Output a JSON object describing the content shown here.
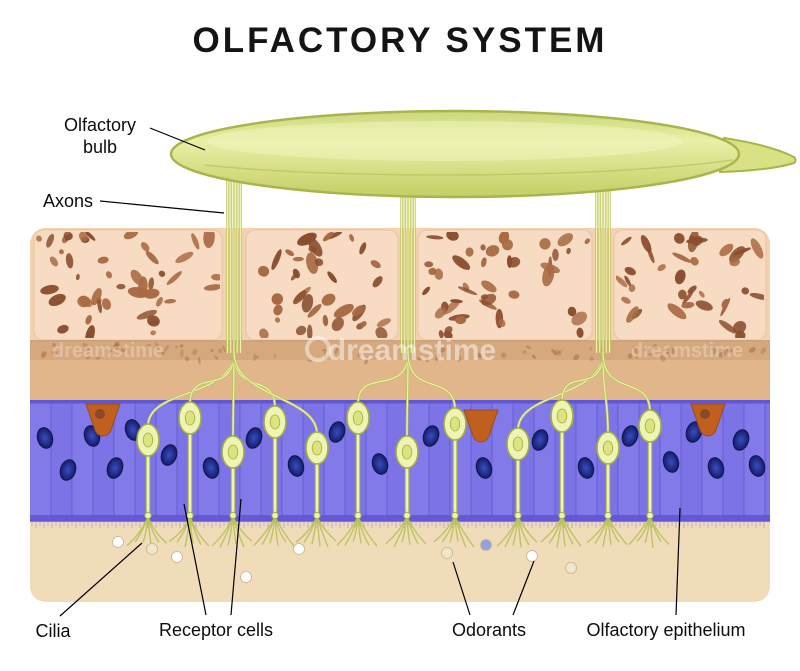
{
  "title": "OLFACTORY SYSTEM",
  "watermark": "dreamstime",
  "labels": {
    "olfactory_bulb_1": "Olfactory",
    "olfactory_bulb_2": "bulb",
    "axons": "Axons",
    "cilia": "Cilia",
    "receptor_cells": "Receptor cells",
    "odorants": "Odorants",
    "olfactory_epithelium": "Olfactory epithelium"
  },
  "colors": {
    "title_text": "#141414",
    "label_text": "#0d0d0d",
    "pointer_line": "#000000",
    "bulb_fill": "#dde786",
    "bulb_highlight": "#f2f6c0",
    "bulb_stroke": "#a9b54c",
    "axon_dark": "#b9c25c",
    "axon_light": "#eef3a9",
    "bone_fill": "#f7dcc3",
    "bone_channel": "#f3d2b2",
    "bone_spot_dark": "#8a4e2e",
    "bone_spot_light": "#a96a43",
    "tissue_base": "#eccfa7",
    "lamina": "#e2b68b",
    "strip": "#c79a70",
    "lower_cream": "#f1dcba",
    "epithelium": "#7c73e6",
    "epithelium_alt": "#8a81ee",
    "epithelium_line": "#5a50cc",
    "epithelium_edge": "#6257d2",
    "fringe": "#9c8fe4",
    "nucleus_core": "#3a4cc0",
    "nucleus_edge": "#141e6a",
    "receptor_fill": "#f0f4b2",
    "receptor_stroke": "#9fae45",
    "receptor_nucleus": "#dbe57f",
    "orange_cell": "#c05f1e",
    "orange_dot": "#8a4a28",
    "odorant_white": "#ffffff",
    "odorant_cream": "#f1e7cc",
    "odorant_blue": "#8fa3dc",
    "watermark_text": "#ffffff"
  }
}
